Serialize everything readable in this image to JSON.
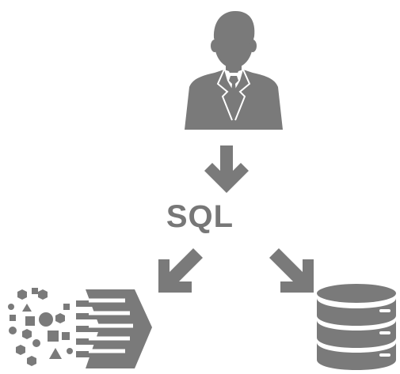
{
  "diagram": {
    "label": "SQL",
    "colors": {
      "icon": "#7a7a7a",
      "icon_light": "#ffffff",
      "text": "#777777"
    },
    "nodes": [
      {
        "id": "user",
        "icon": "businessman-icon"
      },
      {
        "id": "data-sources",
        "icon": "data-ingestion-icon"
      },
      {
        "id": "database",
        "icon": "database-icon"
      }
    ],
    "edges": [
      {
        "from": "user",
        "to": "query",
        "icon": "arrow-down-icon"
      },
      {
        "from": "query",
        "to": "data-sources",
        "icon": "arrow-down-left-icon"
      },
      {
        "from": "query",
        "to": "database",
        "icon": "arrow-down-right-icon"
      }
    ]
  }
}
